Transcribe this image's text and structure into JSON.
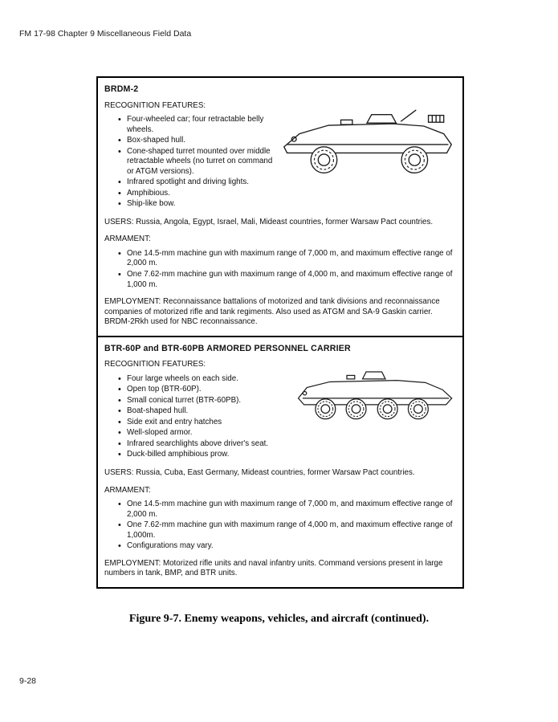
{
  "page": {
    "header": "FM 17-98 Chapter 9 Miscellaneous Field Data",
    "caption": "Figure 9-7. Enemy weapons, vehicles, and aircraft (continued).",
    "page_number": "9-28"
  },
  "icons": {
    "section1_illustration": "brdm-2-line-drawing",
    "section2_illustration": "btr-60-line-drawing"
  },
  "sections": [
    {
      "title": "BRDM-2",
      "recognition_label": "RECOGNITION FEATURES:",
      "features": [
        "Four-wheeled car; four retractable belly wheels.",
        "Box-shaped hull.",
        "Cone-shaped turret mounted over middle retractable wheels (no turret on command or ATGM versions).",
        "Infrared spotlight and driving lights.",
        "Amphibious.",
        "Ship-like bow."
      ],
      "users": "USERS: Russia, Angola, Egypt, Israel, Mali, Mideast countries, former Warsaw Pact countries.",
      "armament_label": "ARMAMENT:",
      "armament": [
        "One 14.5-mm machine gun with maximum range of 7,000 m, and maximum effective range of 2,000 m.",
        "One 7.62-mm machine gun with maximum range of 4,000 m, and maximum effective range of 1,000 m.",
        ""
      ],
      "employment": "EMPLOYMENT:  Reconnaissance battalions of motorized and tank divisions and reconnaissance companies of motorized rifle and tank regiments. Also used as ATGM and SA-9 Gaskin carrier. BRDM-2Rkh used for NBC reconnaissance."
    },
    {
      "title": "BTR-60P and BTR-60PB ARMORED PERSONNEL CARRIER",
      "recognition_label": "RECOGNITION FEATURES:",
      "features": [
        "Four large wheels on each side.",
        "Open top (BTR-60P).",
        "Small conical turret (BTR-60PB).",
        "Boat-shaped hull.",
        "Side exit and entry hatches",
        "Well-sloped armor.",
        "Infrared searchlights above driver's seat.",
        "Duck-billed amphibious prow."
      ],
      "users": "USERS:  Russia, Cuba, East Germany, Mideast countries, former Warsaw Pact countries.",
      "armament_label": "ARMAMENT:",
      "armament": [
        "One 14.5-mm machine gun with maximum range of 7,000 m, and maximum effective range of 2,000 m.",
        "One 7.62-mm machine gun with maximum range of 4,000 m, and maximum effective range of 1,000m.",
        "Configurations may vary."
      ],
      "employment": "EMPLOYMENT:  Motorized rifle units and naval infantry units.  Command versions present in large numbers in tank, BMP, and BTR units."
    }
  ]
}
